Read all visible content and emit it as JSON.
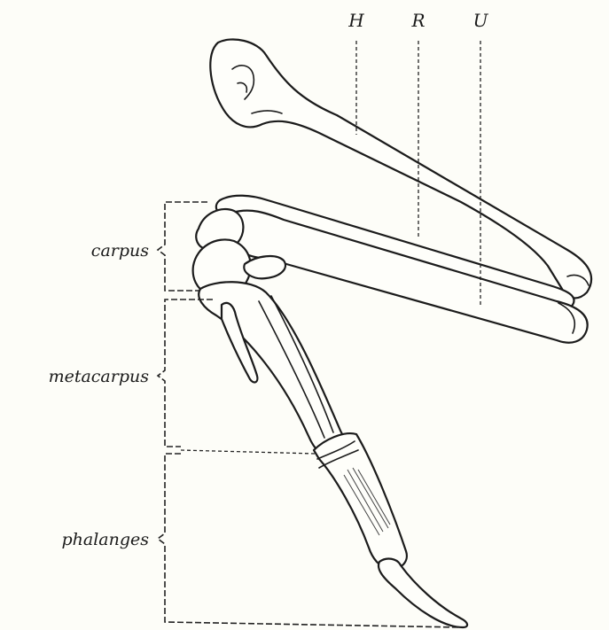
{
  "labels": {
    "humerus": "H",
    "radius": "R",
    "ulna": "U",
    "carpus": "carpus",
    "metacarpus": "metacarpus",
    "phalanges": "phalanges"
  }
}
